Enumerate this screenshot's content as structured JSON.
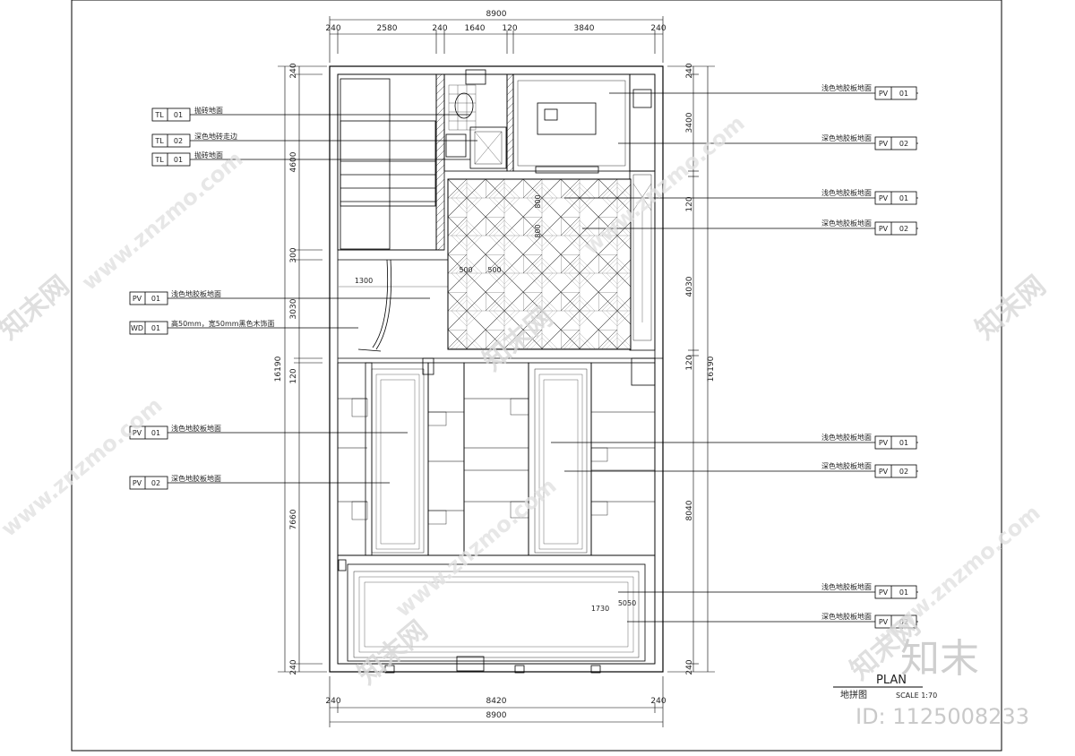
{
  "dims": {
    "top_total": "8900",
    "top_segments": [
      "240",
      "2580",
      "240",
      "1640",
      "120",
      "3840",
      "240"
    ],
    "bottom_segments": [
      "240",
      "8420",
      "240"
    ],
    "bottom_total": "8900",
    "left_segments": [
      "240",
      "4600",
      "300",
      "3030",
      "120",
      "7660",
      "240"
    ],
    "left_total": "16190",
    "right_segments": [
      "240",
      "3400",
      "120",
      "4030",
      "120",
      "8040",
      "240"
    ],
    "right_total": "16190",
    "inner": {
      "d1300": "1300",
      "d500a": "500",
      "d500b": "500",
      "d800a": "800",
      "d800b": "800",
      "d1730": "1730",
      "d5050": "5050"
    }
  },
  "callouts_left": [
    {
      "code": "TL",
      "num": "01",
      "text": "抛砖地面"
    },
    {
      "code": "TL",
      "num": "02",
      "text": "深色地砖走边"
    },
    {
      "code": "TL",
      "num": "01",
      "text": "抛砖地面"
    },
    {
      "code": "PV",
      "num": "01",
      "text": "浅色地胶板地面"
    },
    {
      "code": "WD",
      "num": "01",
      "text": "高50mm，宽50mm黑色木饰面"
    },
    {
      "code": "PV",
      "num": "01",
      "text": "浅色地胶板地面"
    },
    {
      "code": "PV",
      "num": "02",
      "text": "深色地胶板地面"
    }
  ],
  "callouts_right": [
    {
      "code": "PV",
      "num": "01",
      "text": "浅色地胶板地面"
    },
    {
      "code": "PV",
      "num": "02",
      "text": "深色地胶板地面"
    },
    {
      "code": "PV",
      "num": "01",
      "text": "浅色地胶板地面"
    },
    {
      "code": "PV",
      "num": "02",
      "text": "深色地胶板地面"
    },
    {
      "code": "PV",
      "num": "01",
      "text": "浅色地胶板地面"
    },
    {
      "code": "PV",
      "num": "02",
      "text": "深色地胶板地面"
    },
    {
      "code": "PV",
      "num": "01",
      "text": "浅色地胶板地面"
    },
    {
      "code": "PV",
      "num": "02",
      "text": "深色地胶板地面"
    }
  ],
  "title": {
    "plan": "PLAN",
    "name": "地拼图",
    "scale": "SCALE  1:70"
  },
  "watermark": {
    "site": "www.znzmo.com",
    "brand": "知末网",
    "logo": "知末",
    "id": "ID: 1125008233"
  }
}
